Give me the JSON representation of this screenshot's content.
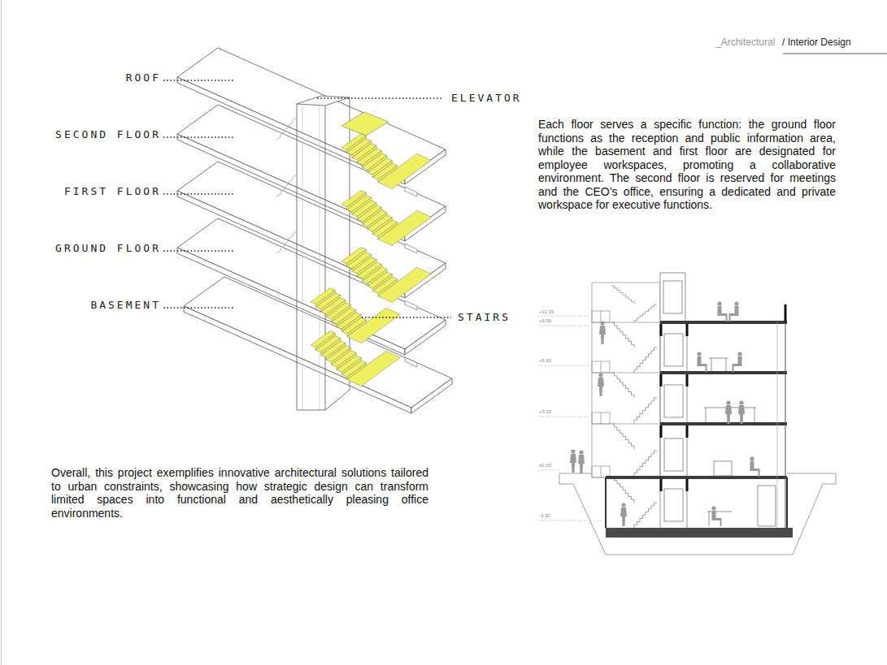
{
  "diagram": {
    "labels": [
      "_Architectural",
      "/ Interior Design",
      "ROOF",
      "ELEVATOR",
      "SECOND FLOOR",
      "FIRST FLOOR",
      "GROUND FLOOR",
      "BASEMENT",
      "STAIRS",
      "Each floor serves a specific function: the ground floor functions as the reception and public information area, while the basement and first floor are designated for employee workspaces, promoting a collaborative environment. The second floor is reserved for meetings and the CEO’s office, ensuring a dedicated and private workspace for executive functions.",
      "+11.15",
      "+9.90",
      "+6.60",
      "+3.30",
      "±0.00",
      "-3.30",
      "Overall, this project exemplifies innovative architectural solutions tailored to urban constraints, showcasing how strategic design can transform limited spaces into functional and aesthetically pleasing office environments."
    ]
  }
}
